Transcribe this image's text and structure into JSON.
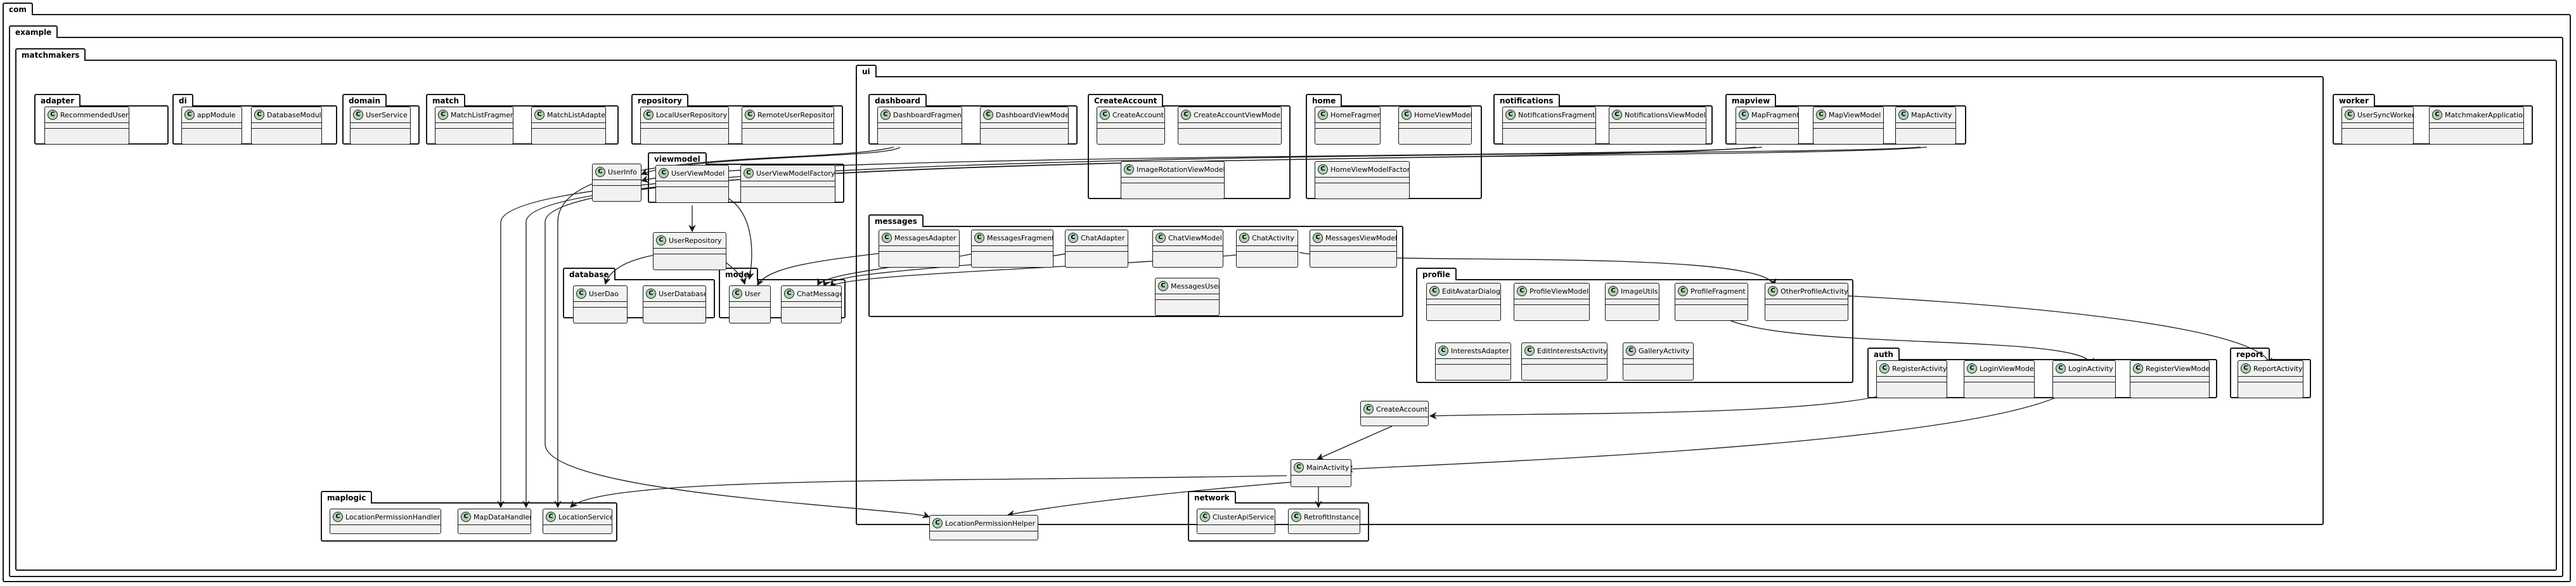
{
  "packages": {
    "com": "com",
    "example": "example",
    "matchmakers": "matchmakers",
    "adapter": "adapter",
    "di": "di",
    "domain": "domain",
    "match": "match",
    "repository": "repository",
    "ui": "ui",
    "worker": "worker",
    "dashboard": "dashboard",
    "createaccount": "CreateAccount",
    "home": "home",
    "notifications": "notifications",
    "mapview": "mapview",
    "viewmodel": "viewmodel",
    "messages": "messages",
    "database": "database",
    "model": "model",
    "profile": "profile",
    "auth": "auth",
    "report": "report",
    "maplogic": "maplogic",
    "network": "network"
  },
  "stereotype": "C",
  "classes": {
    "recommendedusercache": "RecommendedUserCache",
    "appmodule": "appModule",
    "databasemodule": "DatabaseModule",
    "userservice": "UserService",
    "matchlistfragment": "MatchListFragment",
    "matchlistadapter": "MatchListAdapter",
    "localuserrepository": "LocalUserRepository",
    "remoteuserrepository": "RemoteUserRepository",
    "dashboardfragment": "DashboardFragment",
    "dashboardviewmodel": "DashboardViewModel",
    "createaccount_ui": "CreateAccount",
    "createaccountviewmodel": "CreateAccountViewModel",
    "imagerotationviewmodel": "ImageRotationViewModel",
    "homefragment": "HomeFragment",
    "homeviewmodel": "HomeViewModel",
    "homeviewmodelfactory": "HomeViewModelFactory",
    "notificationsfragment": "NotificationsFragment",
    "notificationsviewmodel": "NotificationsViewModel",
    "mapfragment": "MapFragment",
    "mapviewmodel": "MapViewModel",
    "mapactivity": "MapActivity",
    "usersyncworker": "UserSyncWorker",
    "matchmakerapplication": "MatchmakerApplication",
    "userinfo": "UserInfo",
    "userviewmodel": "UserViewModel",
    "userviewmodelfactory": "UserViewModelFactory",
    "userrepository": "UserRepository",
    "userdao": "UserDao",
    "userdatabase": "UserDatabase",
    "user": "User",
    "chatmessage": "ChatMessage",
    "messagesadapter": "MessagesAdapter",
    "messagesfragment": "MessagesFragment",
    "chatadapter": "ChatAdapter",
    "chatviewmodel": "ChatViewModel",
    "chatactivity": "ChatActivity",
    "messagesviewmodel": "MessagesViewModel",
    "messagesuser": "MessagesUser",
    "editavatardialog": "EditAvatarDialog",
    "profileviewmodel": "ProfileViewModel",
    "imageutils": "ImageUtils",
    "profilefragment": "ProfileFragment",
    "otherprofileactivity": "OtherProfileActivity",
    "interestsadapter": "InterestsAdapter",
    "editinterestsactivity": "EditInterestsActivity",
    "galleryactivity": "GalleryActivity",
    "registeractivity": "RegisterActivity",
    "loginviewmodel": "LoginViewModel",
    "loginactivity": "LoginActivity",
    "registerviewmodel": "RegisterViewModel",
    "reportactivity": "ReportActivity",
    "createaccount_root": "CreateAccount",
    "mainactivity": "MainActivity",
    "locationpermissionhandler": "LocationPermissionHandler",
    "mapdatahandler": "MapDataHandler",
    "locationservice": "LocationService",
    "locationpermissionhelper": "LocationPermissionHelper",
    "clusterapiservice": "ClusterApiService",
    "retrofitinstance": "RetrofitInstance"
  },
  "colors": {
    "class_fill": "#f1f1f1",
    "stereotype_badge": "#add1b2",
    "border": "#181818",
    "edge": "#181818",
    "background": "#ffffff"
  }
}
